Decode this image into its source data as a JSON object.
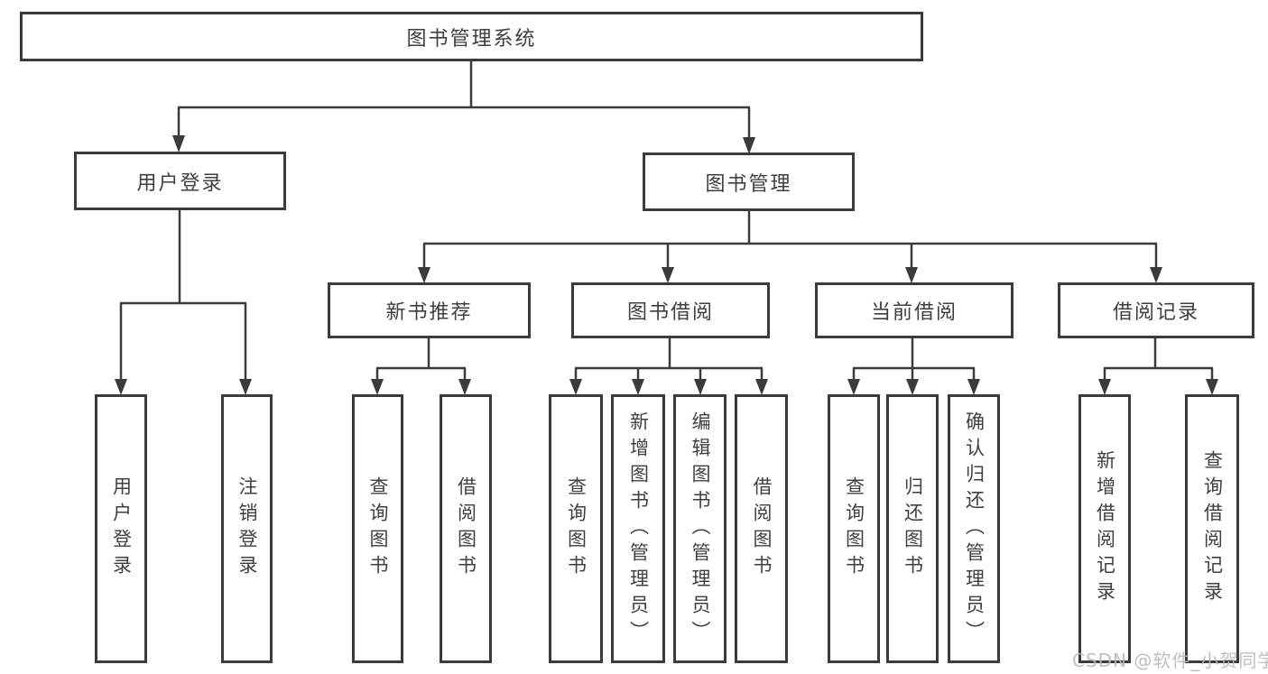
{
  "diagram": {
    "root": {
      "label": "图书管理系统"
    },
    "level2": [
      {
        "id": "user-login",
        "label": "用户登录"
      },
      {
        "id": "book-management",
        "label": "图书管理"
      }
    ],
    "level3": [
      {
        "id": "new-book-recommend",
        "label": "新书推荐"
      },
      {
        "id": "book-borrowing",
        "label": "图书借阅"
      },
      {
        "id": "current-borrowing",
        "label": "当前借阅"
      },
      {
        "id": "borrowing-records",
        "label": "借阅记录"
      }
    ],
    "leaves": {
      "user_login": [
        {
          "label": "用户登录"
        },
        {
          "label": "注销登录"
        }
      ],
      "new_book_recommend": [
        {
          "label": "查询图书"
        },
        {
          "label": "借阅图书"
        }
      ],
      "book_borrowing": [
        {
          "label": "查询图书"
        },
        {
          "label": "新增图书（管理员）"
        },
        {
          "label": "编辑图书（管理员）"
        },
        {
          "label": "借阅图书"
        }
      ],
      "current_borrowing": [
        {
          "label": "查询图书"
        },
        {
          "label": "归还图书"
        },
        {
          "label": "确认归还（管理员）"
        }
      ],
      "borrowing_records": [
        {
          "label": "新增借阅记录"
        },
        {
          "label": "查询借阅记录"
        }
      ]
    },
    "watermark": "CSDN @软件_小贺同学",
    "colors": {
      "line": "#3b3b3b",
      "text": "#3f3f3f",
      "background": "#ffffff",
      "watermark": "#bcb6b6"
    }
  }
}
